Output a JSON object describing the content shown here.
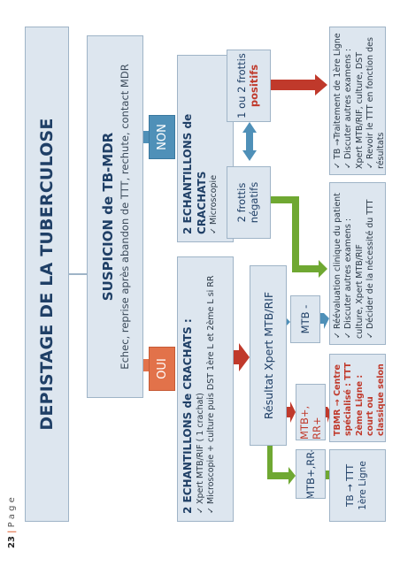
{
  "title": "DEPISTAGE DE LA TUBERCULOSE",
  "suspicion": {
    "title": "SUSPICION de TB-MDR",
    "subtitle": "Echec, reprise après abandon de TTT, rechute, contact MDR"
  },
  "branches": {
    "oui": "OUI",
    "non": "NON"
  },
  "left_samples": {
    "title": "2 ECHANTILLONS  de CRACHATS :",
    "items": [
      "Xpert MTB/RIF ( 1 crachat)",
      "Microscopie + culture puis DST 1ère L et 2ème L si RR"
    ]
  },
  "right_samples": {
    "title": "2 ECHANTILLONS  de CRACHATS",
    "items": [
      "Microscopie"
    ]
  },
  "xpert_result": "Résultat  Xpert MTB/RIF",
  "results": {
    "mtb_rr_neg": "MTB+,RR-",
    "mtb_rr_pos": "MTB+, RR+",
    "mtb_neg": "MTB -"
  },
  "frottis": {
    "neg_line1": "2 frottis",
    "neg_line2": "négatifs",
    "pos_line1": "1 ou 2 frottis",
    "pos_line2": "positifs"
  },
  "outcomes": {
    "tb_ttt": "TB → TTT 1ère Ligne",
    "tbmr": "TBMR → Centre spécialisé : TTT 2ème Ligne : court ou classique selon les résultats des LPAsl et des DST",
    "mtb_neg_actions": [
      "Réévaluation clinique du patient",
      "Discuter autres examens : culture, Xpert MTB/RIF",
      "Décider de la nécessité du TTT"
    ],
    "pos_actions": [
      "TB →Traitement de 1ère Ligne",
      "Discuter autres examens : Xpert MTB/RIF, culture,  DST",
      "Revoir le TTT en fonction des résultats"
    ]
  },
  "footer": {
    "page": "23",
    "label": "P a g e"
  },
  "colors": {
    "box": "#dde6ef",
    "border": "#9fb4c7",
    "dark_blue": "#1f3f66",
    "orange": "#e2724a",
    "blue": "#4f90b8",
    "red": "#c0392b",
    "green": "#6fa832"
  }
}
